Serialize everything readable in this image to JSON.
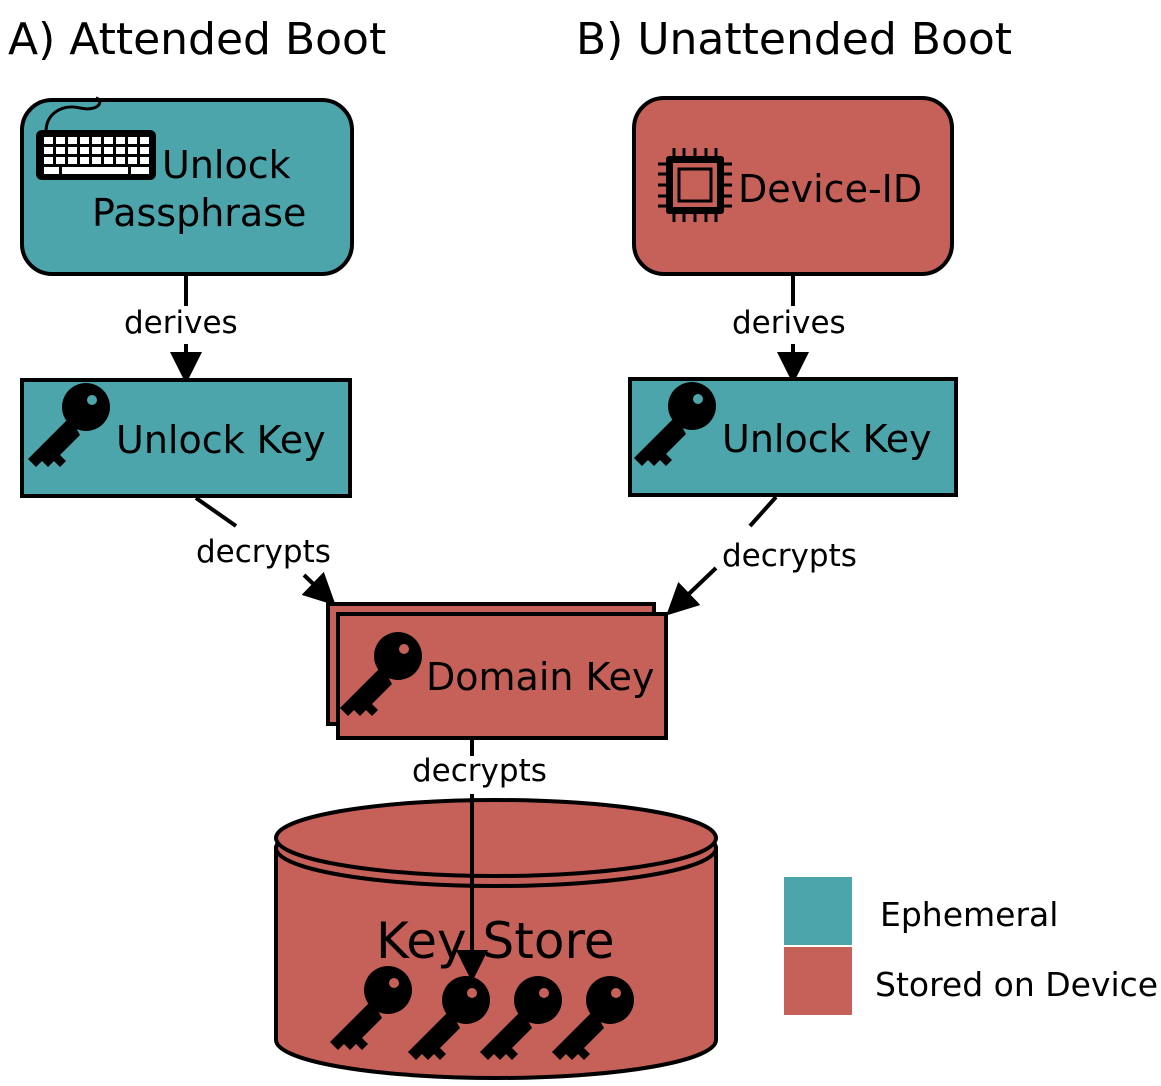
{
  "sections": {
    "attended_title": "A) Attended Boot",
    "unattended_title": "B) Unattended Boot"
  },
  "nodes": {
    "passphrase": {
      "line1": "Unlock",
      "line2": "Passphrase",
      "icon": "keyboard-icon"
    },
    "device_id": {
      "label": "Device-ID",
      "icon": "chip-icon"
    },
    "unlock_key_a": {
      "label": "Unlock Key",
      "icon": "key-icon"
    },
    "unlock_key_b": {
      "label": "Unlock Key",
      "icon": "key-icon"
    },
    "domain_key": {
      "label": "Domain Key",
      "icon": "key-icon"
    },
    "key_store": {
      "label": "Key Store",
      "icon": "key-icon"
    }
  },
  "edges": {
    "derives_a": "derives",
    "derives_b": "derives",
    "decrypts_a": "decrypts",
    "decrypts_b": "decrypts",
    "decrypts_store": "decrypts"
  },
  "legend": {
    "ephemeral": "Ephemeral",
    "stored": "Stored on Device"
  },
  "colors": {
    "ephemeral": "#4da5ac",
    "stored": "#c6615a",
    "stroke": "#000000"
  }
}
